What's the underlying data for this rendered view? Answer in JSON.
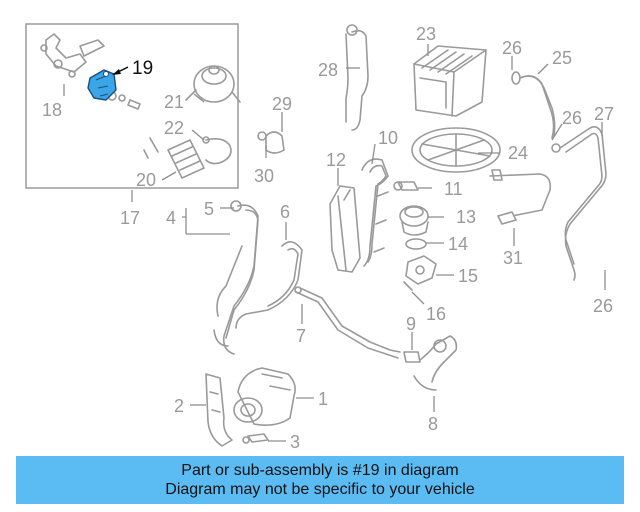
{
  "diagram": {
    "highlight_color": "#3aa6e8",
    "highlighted_part": "19",
    "callouts": [
      "1",
      "2",
      "3",
      "4",
      "5",
      "6",
      "7",
      "8",
      "9",
      "10",
      "11",
      "12",
      "13",
      "14",
      "15",
      "16",
      "17",
      "18",
      "19",
      "20",
      "21",
      "22",
      "23",
      "24",
      "25",
      "26",
      "26",
      "26",
      "27",
      "28",
      "29",
      "30",
      "31"
    ]
  },
  "banner": {
    "line1": "Part or sub-assembly is #19 in diagram",
    "line2": "Diagram may not be specific to your vehicle",
    "background": "#5bbcf3"
  }
}
